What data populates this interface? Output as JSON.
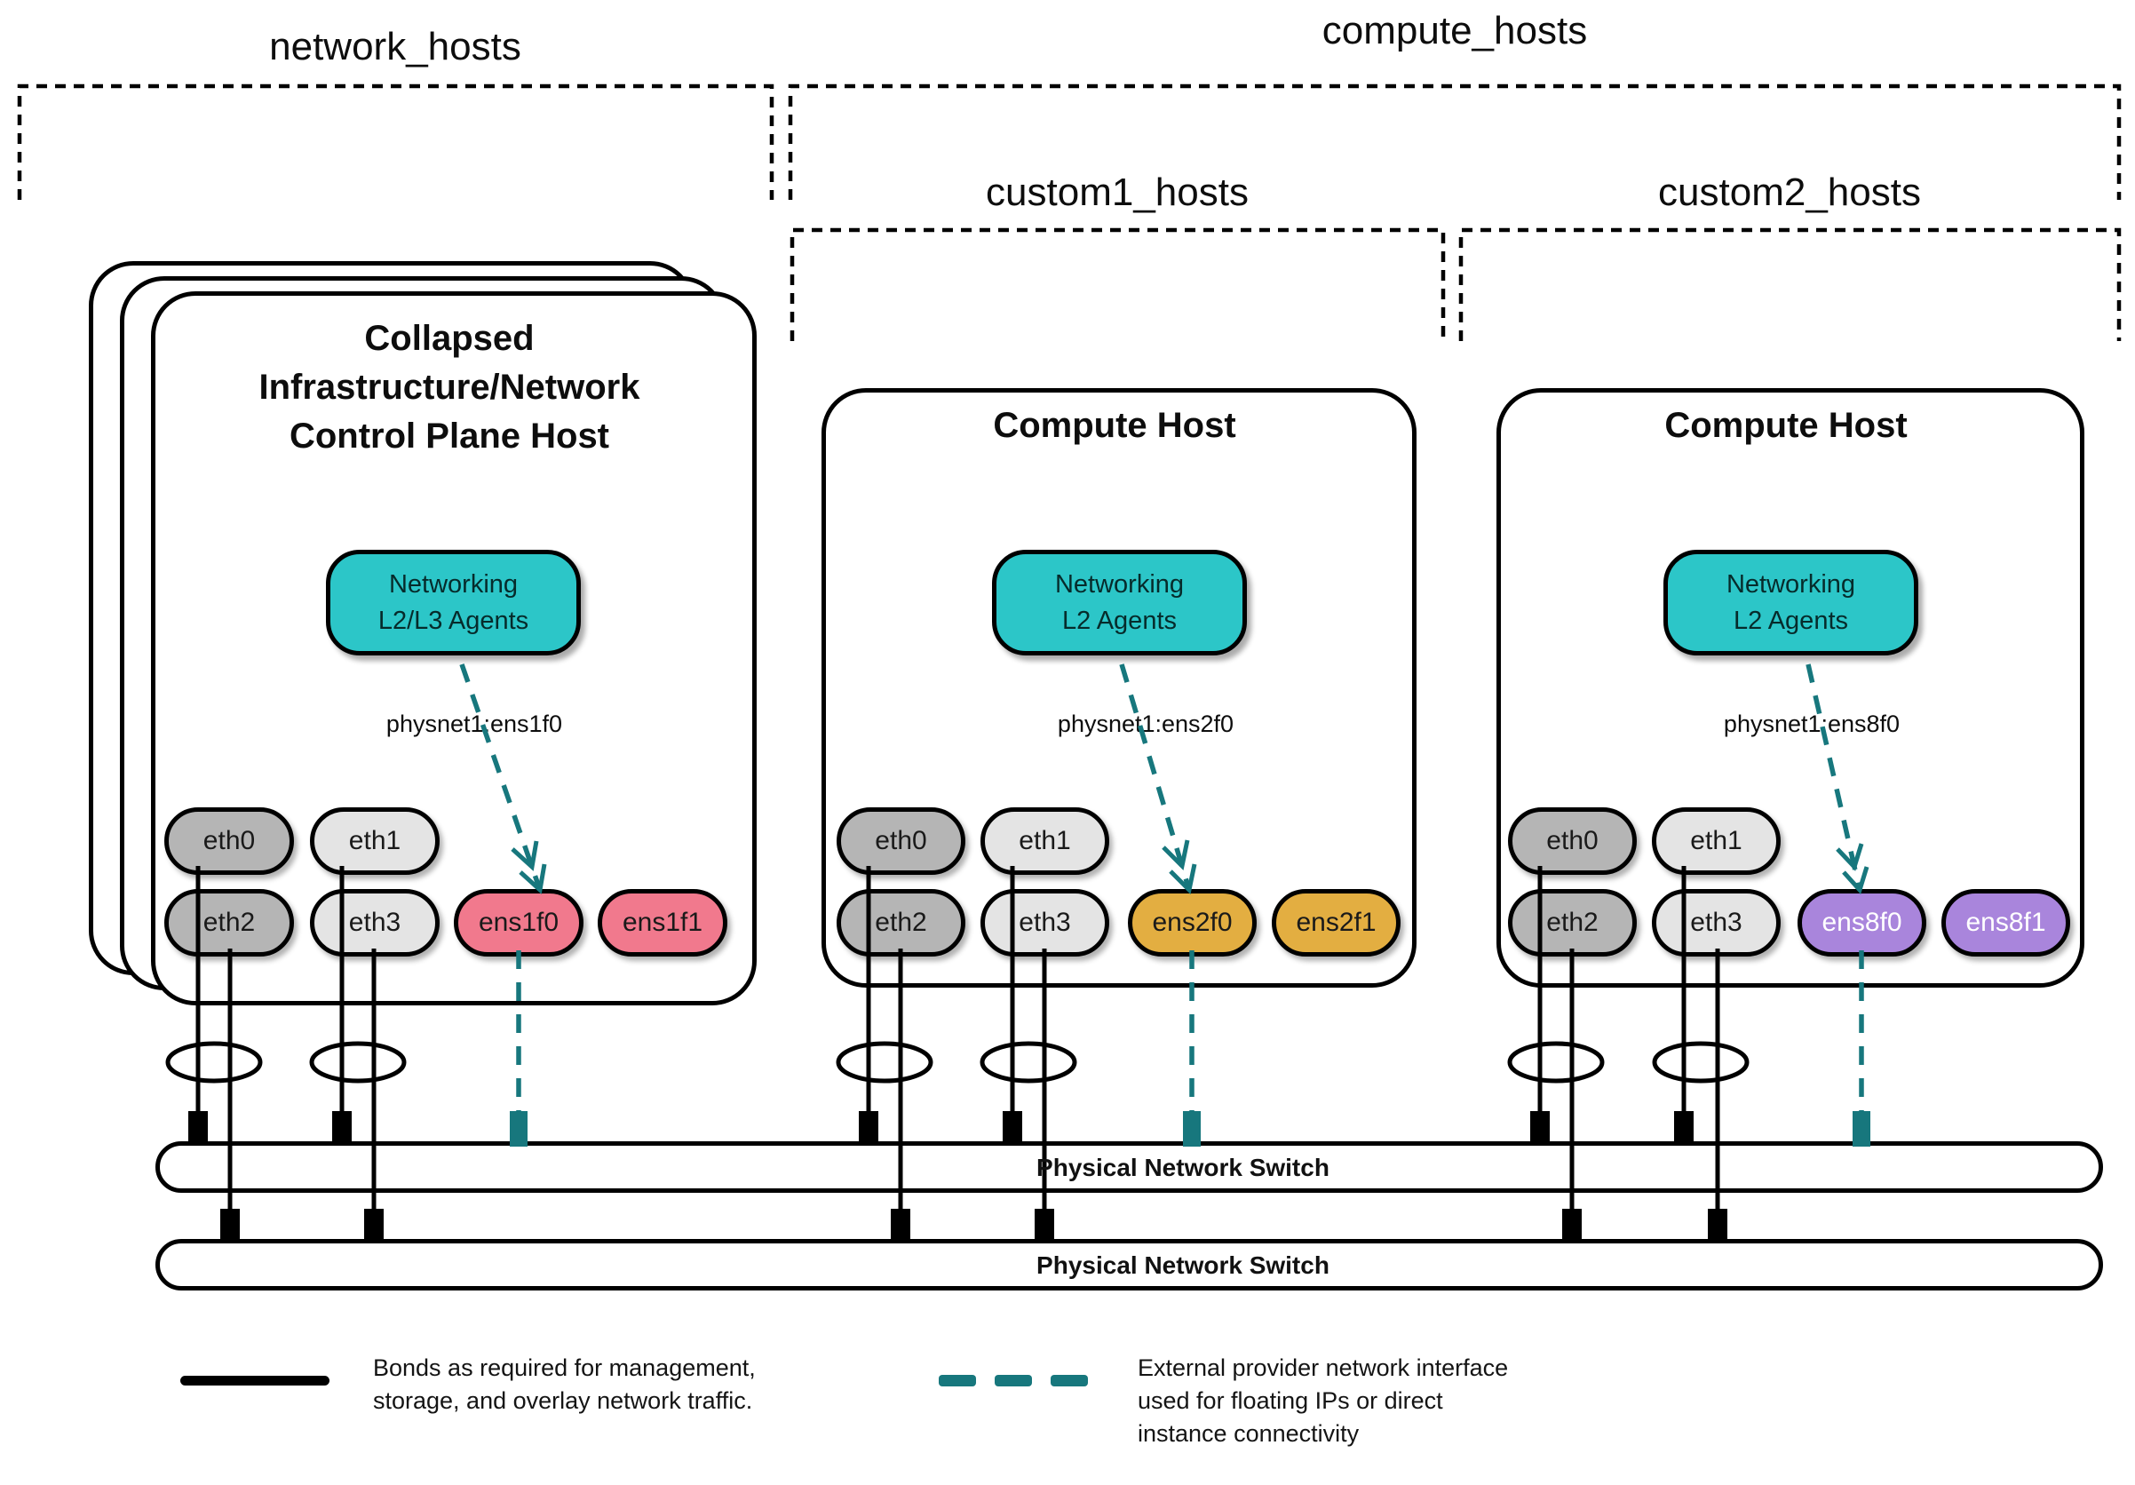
{
  "groups": {
    "network": {
      "label": "network_hosts"
    },
    "compute": {
      "label": "compute_hosts"
    },
    "custom1": {
      "label": "custom1_hosts"
    },
    "custom2": {
      "label": "custom2_hosts"
    }
  },
  "hosts": [
    {
      "name": "collapsed-infrastructure-network-control-plane-host",
      "title_lines": [
        "Collapsed",
        "Infrastructure/Network",
        "Control Plane Host"
      ],
      "agent_lines": [
        "Networking",
        "L2/L3 Agents"
      ],
      "physnet_label": "physnet1:ens1f0",
      "nics": [
        {
          "label": "eth0",
          "fill": "gray_dark"
        },
        {
          "label": "eth1",
          "fill": "gray_light"
        },
        {
          "label": "eth2",
          "fill": "gray_dark"
        },
        {
          "label": "eth3",
          "fill": "gray_light"
        },
        {
          "label": "ens1f0",
          "fill": "pink"
        },
        {
          "label": "ens1f1",
          "fill": "pink"
        }
      ]
    },
    {
      "name": "compute-host-custom1",
      "title_lines": [
        "Compute Host"
      ],
      "agent_lines": [
        "Networking",
        "L2 Agents"
      ],
      "physnet_label": "physnet1:ens2f0",
      "nics": [
        {
          "label": "eth0",
          "fill": "gray_dark"
        },
        {
          "label": "eth1",
          "fill": "gray_light"
        },
        {
          "label": "eth2",
          "fill": "gray_dark"
        },
        {
          "label": "eth3",
          "fill": "gray_light"
        },
        {
          "label": "ens2f0",
          "fill": "gold"
        },
        {
          "label": "ens2f1",
          "fill": "gold"
        }
      ]
    },
    {
      "name": "compute-host-custom2",
      "title_lines": [
        "Compute Host"
      ],
      "agent_lines": [
        "Networking",
        "L2 Agents"
      ],
      "physnet_label": "physnet1:ens8f0",
      "nics": [
        {
          "label": "eth0",
          "fill": "gray_dark"
        },
        {
          "label": "eth1",
          "fill": "gray_light"
        },
        {
          "label": "eth2",
          "fill": "gray_dark"
        },
        {
          "label": "eth3",
          "fill": "gray_light"
        },
        {
          "label": "ens8f0",
          "fill": "purple"
        },
        {
          "label": "ens8f1",
          "fill": "purple"
        }
      ]
    }
  ],
  "switches": [
    {
      "label": "Physical Network Switch"
    },
    {
      "label": "Physical Network Switch"
    }
  ],
  "legend": {
    "bond_lines": [
      "Bonds as required for management,",
      "storage, and overlay network traffic."
    ],
    "external_lines": [
      "External provider network interface",
      "used for floating IPs or direct",
      "instance connectivity"
    ]
  },
  "fills": {
    "teal_agent": {
      "bg": "#2cc6c8",
      "text": "#062b2b"
    },
    "pink": {
      "bg": "#f1798d",
      "text": "#1a1a1a"
    },
    "gold": {
      "bg": "#e3ae41",
      "text": "#1a1a1a"
    },
    "purple": {
      "bg": "#a985dc",
      "text": "#ffffff"
    },
    "gray_dark": {
      "bg": "#b5b5b5",
      "text": "#1a1a1a"
    },
    "gray_light": {
      "bg": "#e4e4e4",
      "text": "#1a1a1a"
    }
  },
  "lines": {
    "teal": "#17777d",
    "black": "#000000"
  }
}
